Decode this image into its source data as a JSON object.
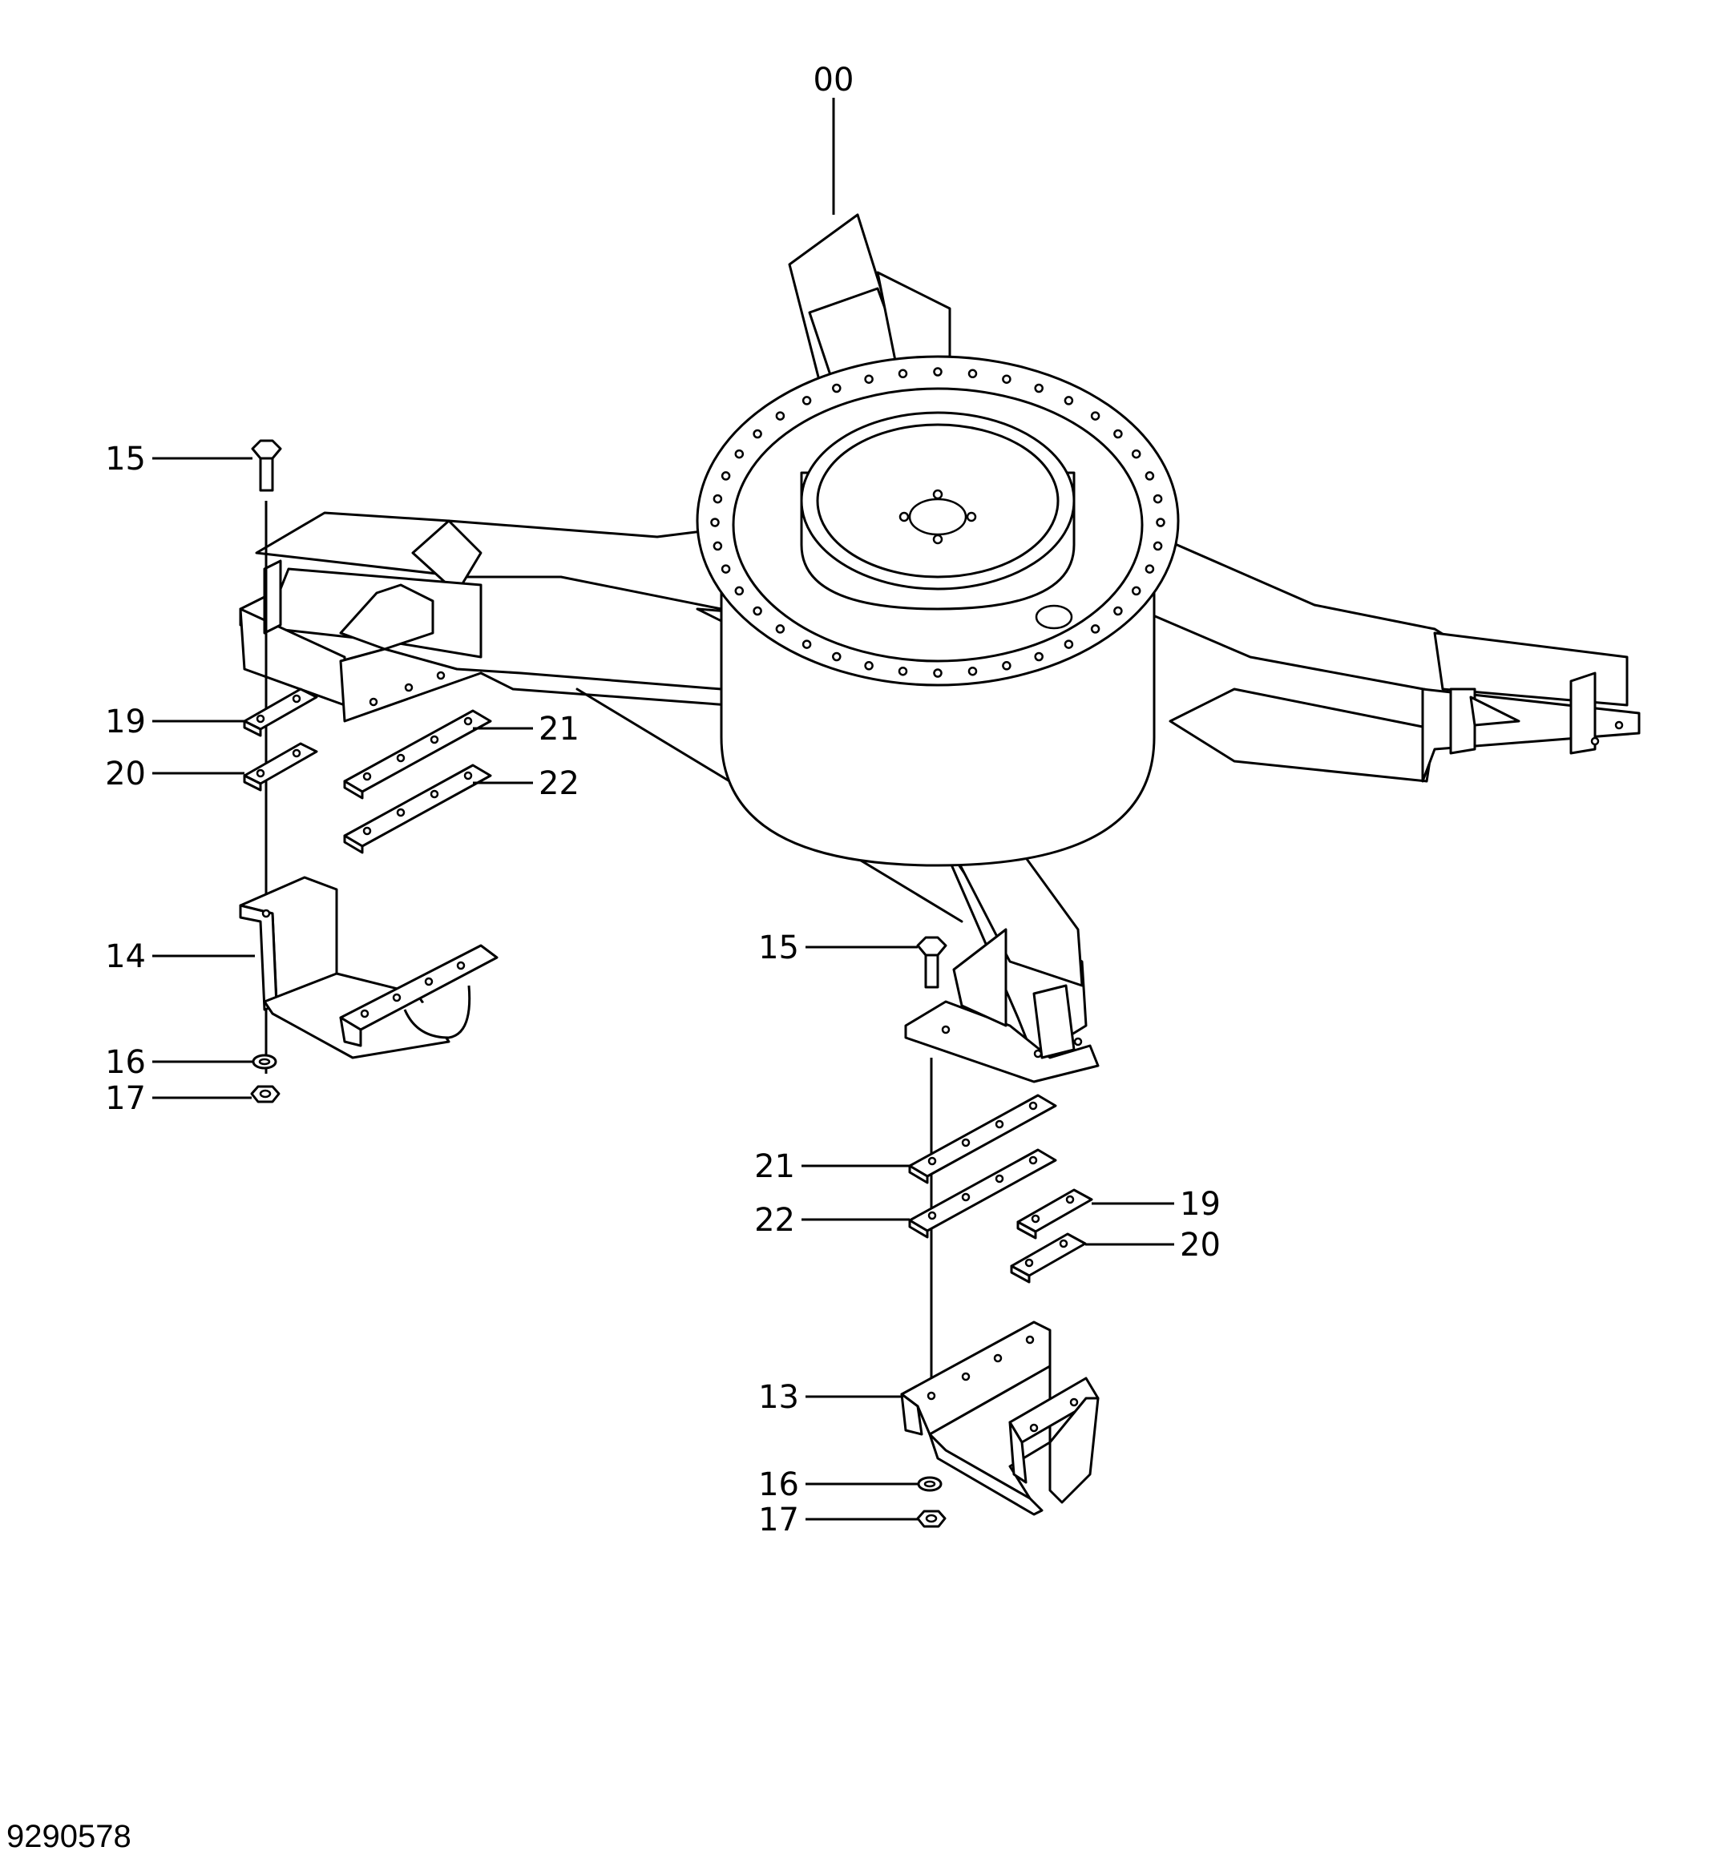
{
  "callouts": {
    "c00": "00",
    "c15_left": "15",
    "c19_left": "19",
    "c20_left": "20",
    "c21_left": "21",
    "c22_left": "22",
    "c14": "14",
    "c16_left": "16",
    "c17_left": "17",
    "c15_right": "15",
    "c21_right": "21",
    "c22_right": "22",
    "c19_right": "19",
    "c20_right": "20",
    "c13": "13",
    "c16_right": "16",
    "c17_right": "17"
  },
  "document_number": "9290578"
}
